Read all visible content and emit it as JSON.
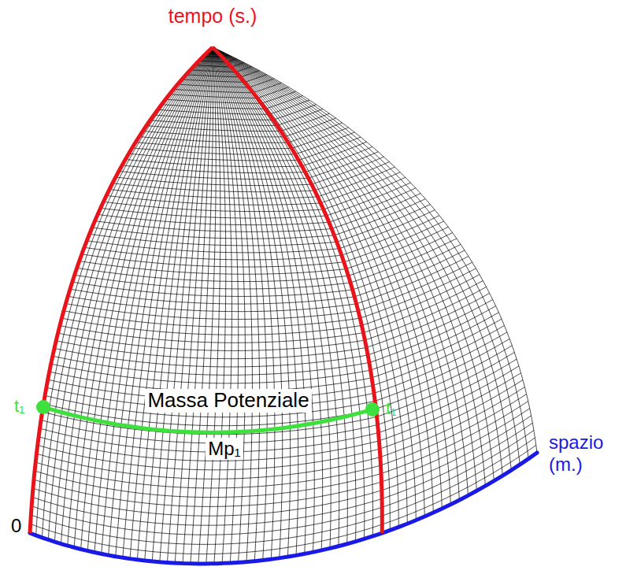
{
  "diagram": {
    "labels": [
      "tempo (s.)",
      "t₁",
      "Massa Potenziale",
      "t₁",
      "Mp₁",
      "spazio (m.)",
      "0"
    ]
  }
}
